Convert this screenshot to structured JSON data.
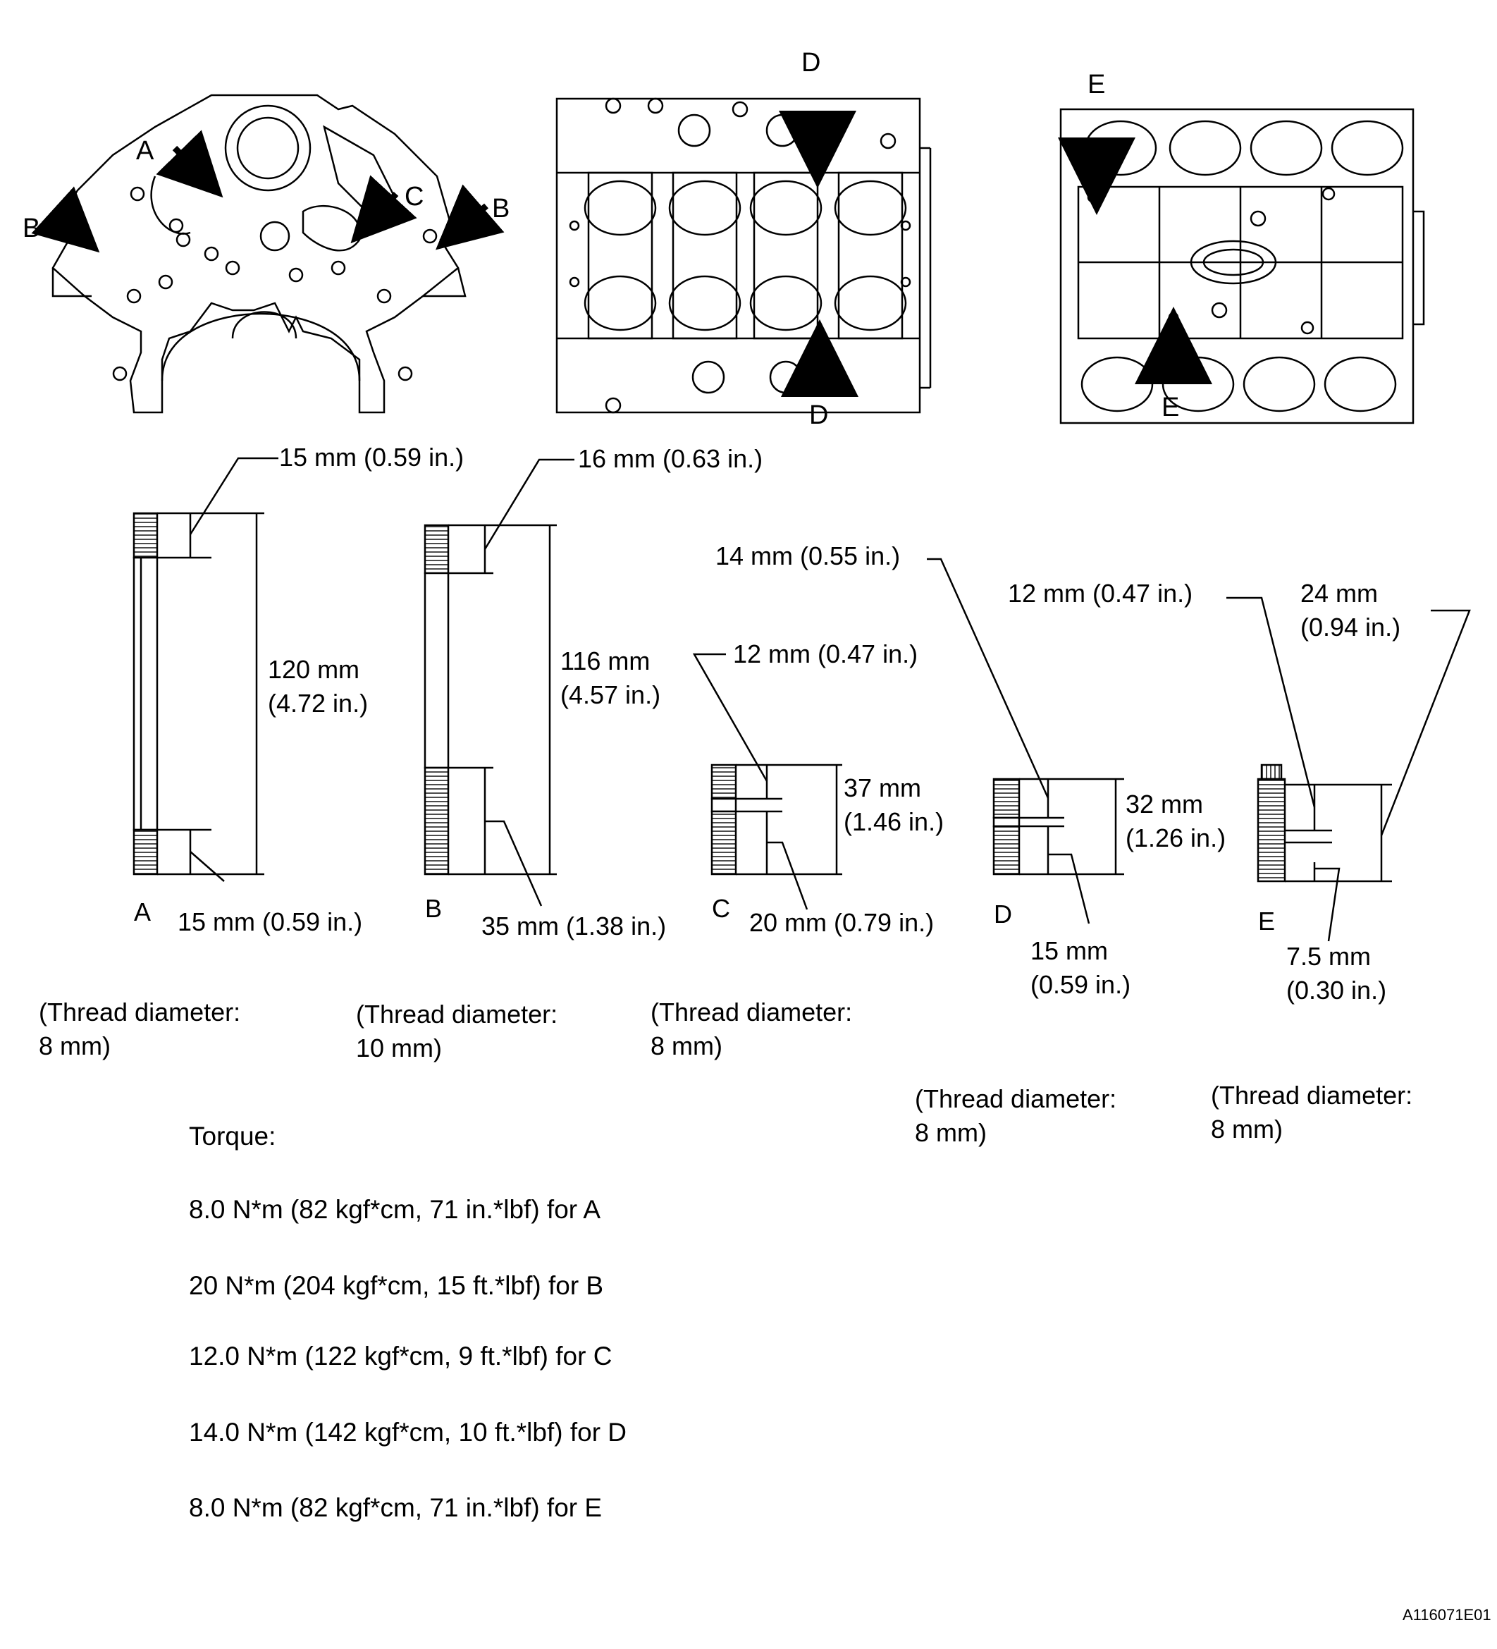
{
  "block_views": {
    "front": {
      "label_a": "A",
      "label_b_left": "B",
      "label_b_right": "B",
      "label_c": "C"
    },
    "top": {
      "label_d_top": "D",
      "label_d_bottom": "D"
    },
    "side": {
      "label_e_top": "E",
      "label_e_bottom": "E"
    }
  },
  "studs": {
    "A": {
      "letter": "A",
      "top_thread": "15 mm (0.59 in.)",
      "total_1": "120 mm",
      "total_2": "(4.72 in.)",
      "bottom_thread": "15 mm (0.59 in.)",
      "thread_1": "(Thread diameter:",
      "thread_2": "8 mm)"
    },
    "B": {
      "letter": "B",
      "top_thread": "16 mm (0.63 in.)",
      "total_1": "116 mm",
      "total_2": "(4.57 in.)",
      "bottom_thread": "35 mm (1.38 in.)",
      "thread_1": "(Thread diameter:",
      "thread_2": "10 mm)"
    },
    "C": {
      "letter": "C",
      "top_thread": "12 mm (0.47 in.)",
      "total_1": "37 mm",
      "total_2": "(1.46 in.)",
      "bottom_thread": "20 mm (0.79 in.)",
      "thread_1": "(Thread diameter:",
      "thread_2": "8 mm)"
    },
    "D": {
      "letter": "D",
      "top_thread": "14 mm (0.55 in.)",
      "total_1": "32 mm",
      "total_2": "(1.26 in.)",
      "bottom_1": "15 mm",
      "bottom_2": "(0.59 in.)",
      "thread_1": "(Thread diameter:",
      "thread_2": "8 mm)"
    },
    "E": {
      "letter": "E",
      "top_thread": "12 mm (0.47 in.)",
      "total_1": "24 mm",
      "total_2": "(0.94 in.)",
      "bottom_1": "7.5 mm",
      "bottom_2": "(0.30 in.)",
      "thread_1": "(Thread diameter:",
      "thread_2": "8 mm)"
    }
  },
  "torque": {
    "heading": "Torque:",
    "lines": [
      "8.0 N*m (82 kgf*cm, 71 in.*lbf) for A",
      "20 N*m (204 kgf*cm, 15 ft.*lbf) for B",
      "12.0 N*m (122 kgf*cm, 9 ft.*lbf) for C",
      "14.0 N*m (142 kgf*cm, 10 ft.*lbf) for D",
      "8.0 N*m (82 kgf*cm, 71 in.*lbf) for E"
    ]
  },
  "figure_id": "A116071E01"
}
